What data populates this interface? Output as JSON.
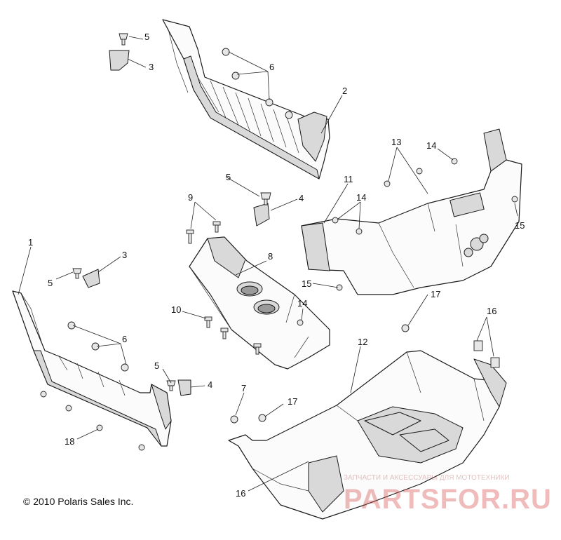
{
  "copyright": "© 2010 Polaris Sales Inc.",
  "watermark": {
    "tagline": "ЗАПЧАСТИ И АКСЕССУАРЫ ДЛЯ МОТОТЕХНИКИ",
    "logo": "PARTSFOR.RU",
    "color": "#d24040"
  },
  "callouts": {
    "c1": "1",
    "c2": "2",
    "c3a": "3",
    "c3b": "3",
    "c4a": "4",
    "c4b": "4",
    "c5a": "5",
    "c5b": "5",
    "c5c": "5",
    "c5d": "5",
    "c6a": "6",
    "c6b": "6",
    "c7": "7",
    "c8": "8",
    "c9": "9",
    "c10": "10",
    "c11": "11",
    "c12": "12",
    "c13": "13",
    "c14a": "14",
    "c14b": "14",
    "c14c": "14",
    "c15a": "15",
    "c15b": "15",
    "c16a": "16",
    "c16b": "16",
    "c17a": "17",
    "c17b": "17",
    "c18": "18"
  }
}
